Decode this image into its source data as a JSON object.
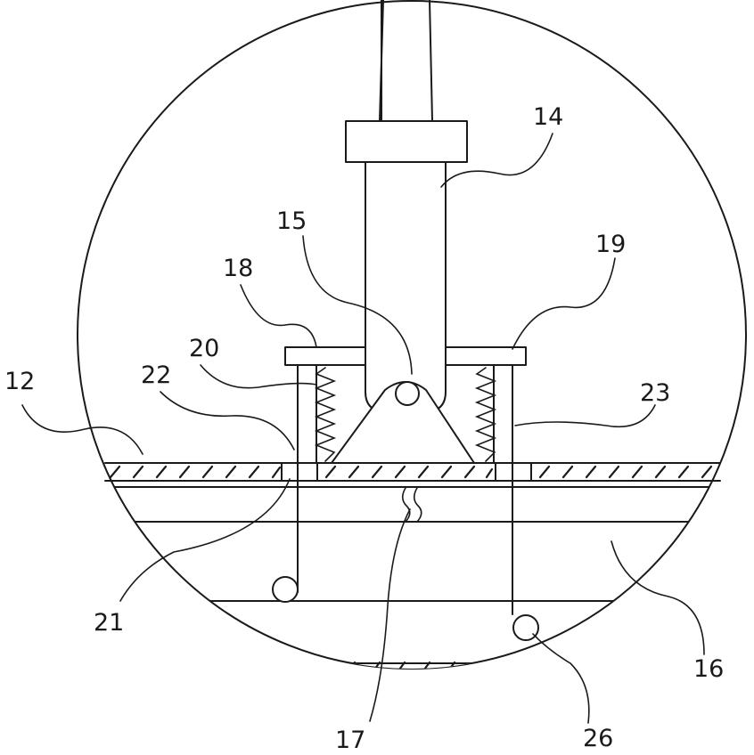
{
  "figure": {
    "labels": {
      "l12": "12",
      "l14": "14",
      "l15": "15",
      "l16": "16",
      "l17": "17",
      "l18": "18",
      "l19": "19",
      "l20": "20",
      "l21": "21",
      "l22": "22",
      "l23": "23",
      "l26": "26"
    }
  }
}
